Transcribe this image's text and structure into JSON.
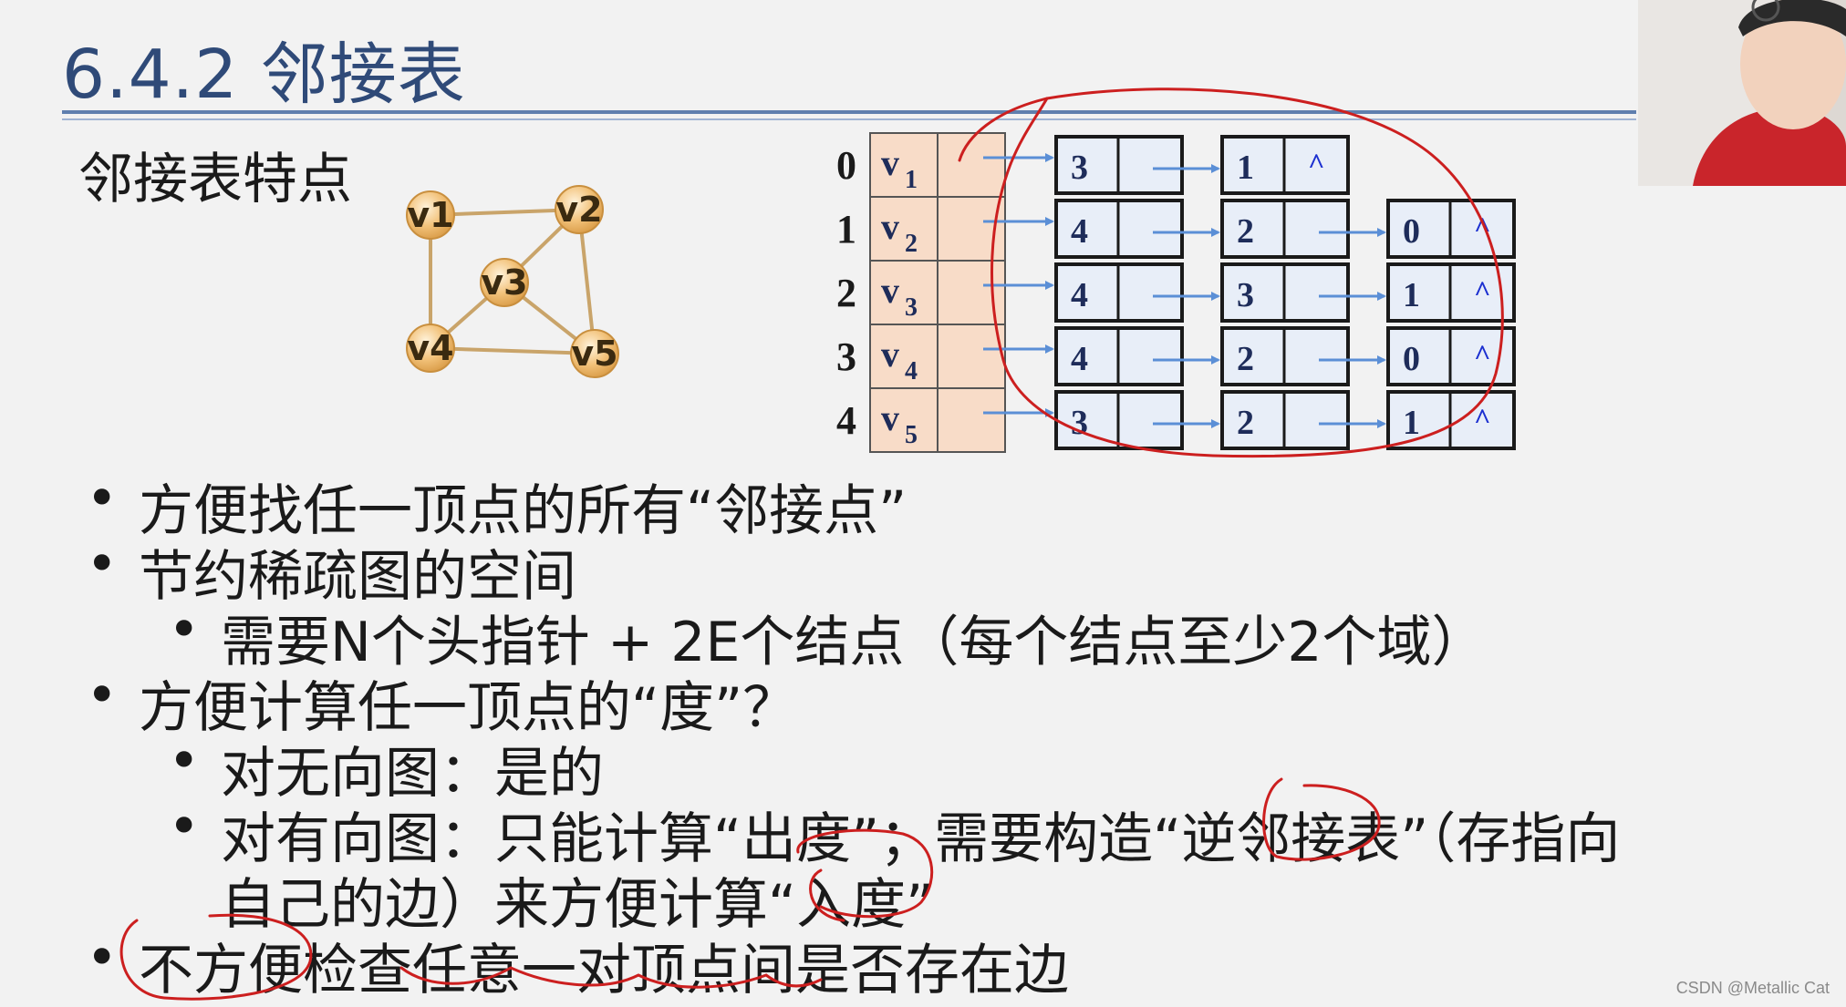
{
  "slide": {
    "title": "6.4.2 邻接表",
    "subtitle": "邻接表特点"
  },
  "graph": {
    "nodes": [
      "v1",
      "v2",
      "v3",
      "v4",
      "v5"
    ]
  },
  "adjacency_list": {
    "indices": [
      "0",
      "1",
      "2",
      "3",
      "4"
    ],
    "vertices": [
      {
        "base": "v",
        "sub": "1"
      },
      {
        "base": "v",
        "sub": "2"
      },
      {
        "base": "v",
        "sub": "3"
      },
      {
        "base": "v",
        "sub": "4"
      },
      {
        "base": "v",
        "sub": "5"
      }
    ],
    "rows": [
      [
        "3",
        "1"
      ],
      [
        "4",
        "2",
        "0"
      ],
      [
        "4",
        "3",
        "1"
      ],
      [
        "4",
        "2",
        "0"
      ],
      [
        "3",
        "2",
        "1"
      ]
    ],
    "null_symbol": "^"
  },
  "bullets": {
    "b1": "方便找任一顶点的所有“邻接点”",
    "b2": "节约稀疏图的空间",
    "b2_1": "需要N个头指针 + 2E个结点（每个结点至少2个域）",
    "b3": "方便计算任一顶点的“度”？",
    "b3_1": "对无向图：是的",
    "b3_2_line1": "对有向图：只能计算“出度”；需要构造“逆邻接表”（存指向",
    "b3_2_line2": "自己的边）来方便计算“入度”",
    "b4": "不方便检查任意一对顶点间是否存在边",
    "bullet_symbol": "•"
  },
  "watermark": "CSDN @Metallic Cat",
  "colors": {
    "title": "#2f4a78",
    "node_fill": "#f2c27a",
    "edge": "#c9a46a",
    "cell_fill": "#f8dcc8",
    "arrow": "#5b8fd6",
    "annotation": "#cc1f1f",
    "null_symbol": "#1b2fd0"
  }
}
